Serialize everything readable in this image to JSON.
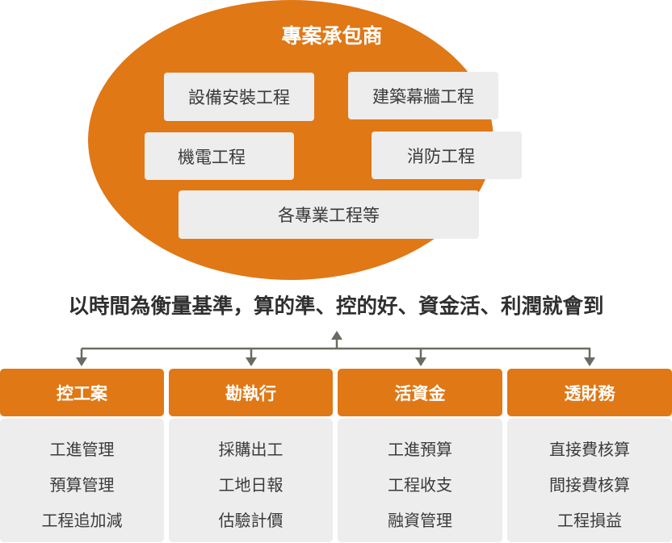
{
  "colors": {
    "accent": "#E07816",
    "box_fill": "#EDEDED",
    "text_dark": "#333333",
    "connector": "#6B6B63",
    "header_text": "#FFFFFF"
  },
  "contractor": {
    "title": "專案承包商",
    "trades": [
      "設備安裝工程",
      "建築幕牆工程",
      "機電工程",
      "消防工程",
      "各專業工程等"
    ]
  },
  "slogan": "以時間為衡量基準，算的準、控的好、資金活、利潤就會到",
  "pillars": [
    {
      "title": "控工案",
      "items": [
        "工進管理",
        "預算管理",
        "工程追加減"
      ]
    },
    {
      "title": "勘執行",
      "items": [
        "採購出工",
        "工地日報",
        "估驗計價"
      ]
    },
    {
      "title": "活資金",
      "items": [
        "工進預算",
        "工程收支",
        "融資管理"
      ]
    },
    {
      "title": "透財務",
      "items": [
        "直接費核算",
        "間接費核算",
        "工程損益"
      ]
    }
  ]
}
